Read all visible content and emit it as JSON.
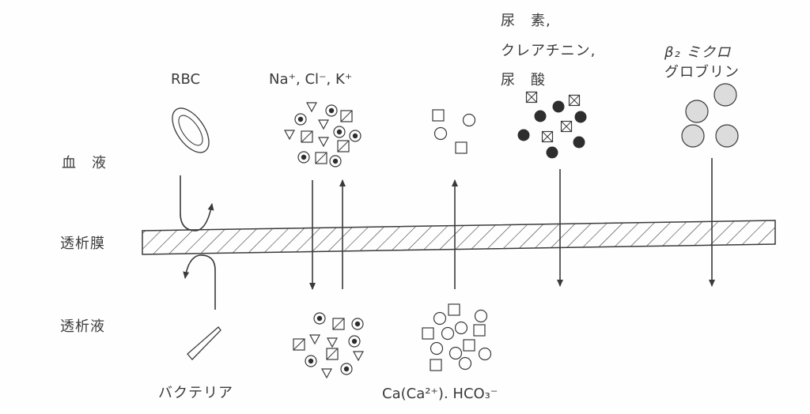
{
  "side_labels": {
    "blood": "血　液",
    "membrane": "透析膜",
    "dialysate": "透析液"
  },
  "substances": {
    "rbc": "RBC",
    "bacteria": "バクテリア",
    "electrolytes": "Na⁺, Cl⁻, K⁺",
    "calcium_bicarbonate": "Ca(Ca²⁺). HCO₃⁻",
    "urea_line1": "尿　素,",
    "urea_line2": "クレアチニン,",
    "urea_line3": "尿　酸",
    "b2mg_line1": "β₂ ミクロ",
    "b2mg_line2": "グロブリン"
  },
  "colors": {
    "ink": "#3a3a3a",
    "dark_particle": "#2e2e2e",
    "light_particle": "#dcdcdc"
  }
}
